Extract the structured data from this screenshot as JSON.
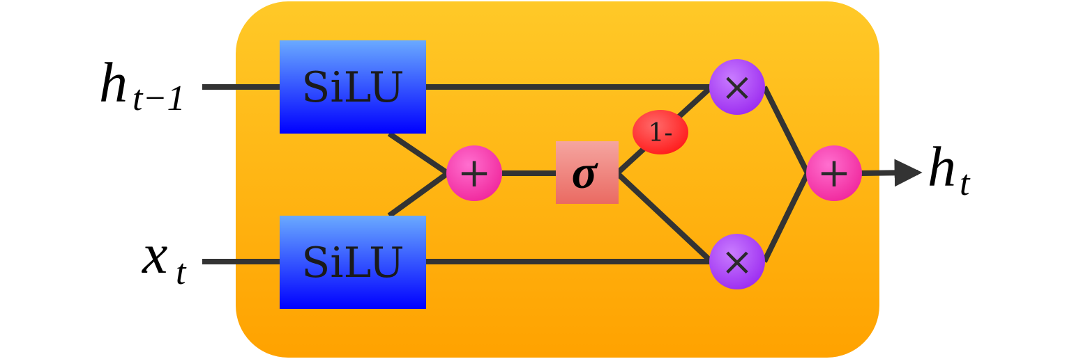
{
  "inputs": {
    "h_prev": {
      "base": "h",
      "subscript": "t−1"
    },
    "x_t": {
      "base": "x",
      "subscript": "t"
    }
  },
  "output": {
    "base": "h",
    "subscript": "t"
  },
  "blocks": {
    "silu_top_label": "SiLU",
    "silu_bottom_label": "SiLU",
    "sigma_label": "σ",
    "one_minus_label": "1-",
    "add_left_label": "+",
    "add_right_label": "+",
    "mult_top_label": "×",
    "mult_bottom_label": "×"
  },
  "colors": {
    "cell_top": "#ffc928",
    "cell_bottom": "#ffa200",
    "silu_top": "#6aaaff",
    "silu_bottom": "#0000ff",
    "sigma_top": "#f5a5a0",
    "sigma_bottom": "#ea6a62",
    "add_op": "#f0279c",
    "mult_op": "#9b2bf0",
    "one_minus": "#ff1a1a",
    "wire": "#333333"
  }
}
